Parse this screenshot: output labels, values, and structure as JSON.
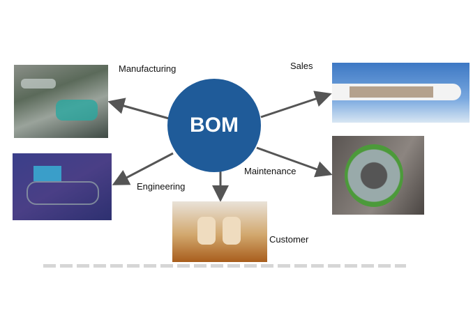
{
  "center": {
    "label": "BOM",
    "color": "#1f5b99"
  },
  "nodes": {
    "manufacturing": "Manufacturing",
    "sales": "Sales",
    "engineering": "Engineering",
    "maintenance": "Maintenance",
    "customer": "Customer"
  }
}
